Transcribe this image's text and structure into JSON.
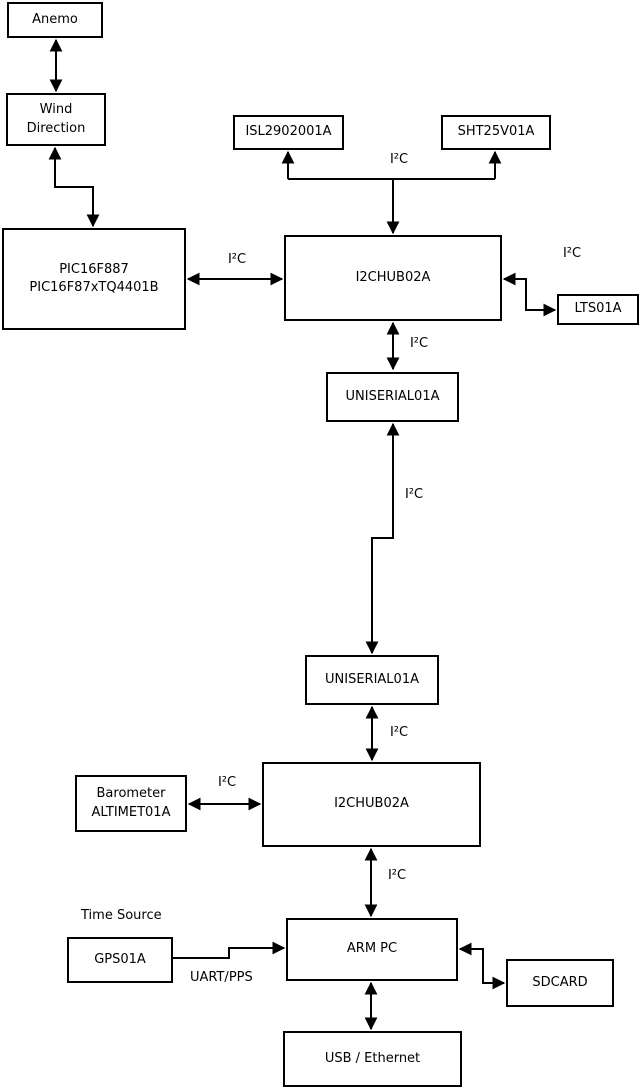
{
  "diagram": {
    "type": "block-diagram",
    "background_color": "#ffffff",
    "line_color": "#000000",
    "nodes": {
      "anemo": {
        "label": "Anemo"
      },
      "wind_direction": {
        "lines": [
          "Wind",
          "Direction"
        ]
      },
      "pic": {
        "lines": [
          "PIC16F887",
          "PIC16F87xTQ4401B"
        ]
      },
      "isl": {
        "label": "ISL2902001A"
      },
      "sht": {
        "label": "SHT25V01A"
      },
      "hub1": {
        "label": "I2CHUB02A"
      },
      "lts": {
        "label": "LTS01A"
      },
      "uniserial1": {
        "label": "UNISERIAL01A"
      },
      "uniserial2": {
        "label": "UNISERIAL01A"
      },
      "hub2": {
        "label": "I2CHUB02A"
      },
      "barometer": {
        "lines": [
          "Barometer",
          "ALTIMET01A"
        ]
      },
      "gps": {
        "label": "GPS01A"
      },
      "arm_pc": {
        "label": "ARM PC"
      },
      "sdcard": {
        "label": "SDCARD"
      },
      "usb_ethernet": {
        "label": "USB / Ethernet"
      }
    },
    "labels": {
      "i2c": "I²C",
      "uart_pps": "UART/PPS",
      "time_source": "Time Source"
    },
    "edges": [
      {
        "from": "anemo",
        "to": "wind_direction",
        "bidirectional": true
      },
      {
        "from": "wind_direction",
        "to": "pic",
        "bidirectional": true
      },
      {
        "from": "pic",
        "to": "hub1",
        "label": "I²C",
        "bidirectional": true
      },
      {
        "from": "hub1",
        "to": "isl",
        "label": "I²C",
        "bidirectional": true
      },
      {
        "from": "hub1",
        "to": "sht",
        "label": "I²C",
        "bidirectional": true
      },
      {
        "from": "hub1",
        "to": "lts",
        "label": "I²C",
        "bidirectional": true
      },
      {
        "from": "hub1",
        "to": "uniserial1",
        "label": "I²C",
        "bidirectional": true
      },
      {
        "from": "uniserial1",
        "to": "uniserial2",
        "label": "I²C",
        "bidirectional": true
      },
      {
        "from": "uniserial2",
        "to": "hub2",
        "label": "I²C",
        "bidirectional": true
      },
      {
        "from": "barometer",
        "to": "hub2",
        "label": "I²C",
        "bidirectional": true
      },
      {
        "from": "hub2",
        "to": "arm_pc",
        "label": "I²C",
        "bidirectional": true
      },
      {
        "from": "gps",
        "to": "arm_pc",
        "label": "UART/PPS",
        "bidirectional": false
      },
      {
        "from": "arm_pc",
        "to": "sdcard",
        "bidirectional": true
      },
      {
        "from": "arm_pc",
        "to": "usb_ethernet",
        "bidirectional": true
      }
    ]
  }
}
